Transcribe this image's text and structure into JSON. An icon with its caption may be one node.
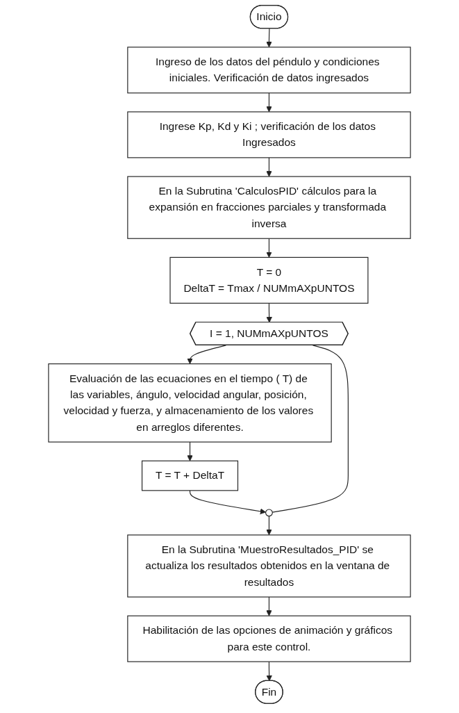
{
  "diagram": {
    "nodes": [
      {
        "text": [
          "Inicio"
        ]
      },
      {
        "text": [
          "Ingreso de los datos del péndulo y condiciones iniciales. Verificación de datos ingresados"
        ]
      },
      {
        "text": [
          "Ingrese Kp, Kd y Ki ; verificación de los datos Ingresados"
        ]
      },
      {
        "text": [
          "En la Subrutina 'CalculosPID' cálculos para la expansión en fracciones parciales y transformada inversa"
        ]
      },
      {
        "text": [
          "T = 0",
          "DeltaT = Tmax / NUMmAXpUNTOS"
        ]
      },
      {
        "text": [
          "I = 1, NUMmAXpUNTOS"
        ]
      },
      {
        "text": [
          "Evaluación de las ecuaciones en el tiempo ( T) de las variables, ángulo, velocidad angular, posición, velocidad y fuerza, y almacenamiento de los valores en arreglos diferentes."
        ]
      },
      {
        "text": [
          "T = T + DeltaT"
        ]
      },
      {
        "text": [],
        "shape": "circle"
      },
      {
        "text": [
          "En la Subrutina 'MuestroResultados_PID' se actualiza los resultados obtenidos en la ventana de resultados"
        ]
      },
      {
        "text": [
          "Habilitación de las opciones de animación y gráficos para este control."
        ]
      },
      {
        "text": [
          "Fin"
        ]
      }
    ],
    "edges": [
      {
        "from": 0,
        "to": 1,
        "arrow": "to"
      },
      {
        "from": 1,
        "to": 2,
        "arrow": "to"
      },
      {
        "from": 2,
        "to": 3,
        "arrow": "to"
      },
      {
        "from": 3,
        "to": 4,
        "arrow": "to"
      },
      {
        "from": 4,
        "to": 5,
        "arrow": "to"
      },
      {
        "from": 5,
        "to": 6,
        "arrow": "to"
      },
      {
        "from": 6,
        "to": 7,
        "arrow": "to"
      },
      {
        "from": 7,
        "to": 8,
        "arrow": "to"
      },
      {
        "from": 8,
        "to": 5,
        "arrow": "none"
      },
      {
        "from": 8,
        "to": 9,
        "arrow": "to"
      },
      {
        "from": 9,
        "to": 10,
        "arrow": "to"
      },
      {
        "from": 10,
        "to": 11,
        "arrow": "to"
      }
    ]
  }
}
